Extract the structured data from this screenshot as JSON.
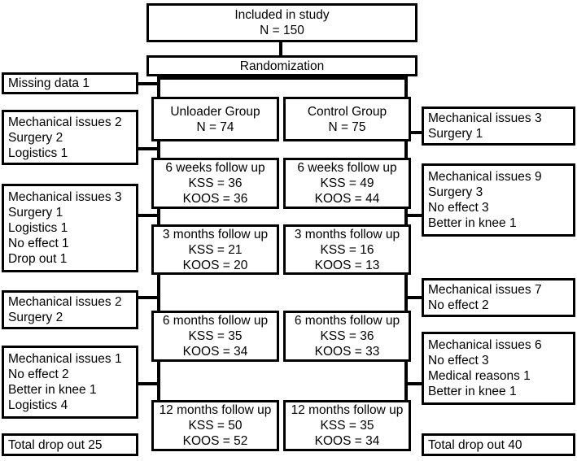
{
  "diagram": {
    "title": "Study CONSORT flow diagram",
    "line_color": "#000000",
    "box_fill": "#ffffff"
  },
  "top": {
    "included": {
      "line1": "Included in study",
      "line2": "N = 150"
    },
    "randomization": {
      "line1": "Randomization"
    }
  },
  "unloader_arm": {
    "header": {
      "line1": "Unloader Group",
      "line2": "N = 74"
    },
    "followups": [
      {
        "line1": "6 weeks follow up",
        "line2": "KSS = 36",
        "line3": "KOOS = 36"
      },
      {
        "line1": "3 months follow up",
        "line2": "KSS = 21",
        "line3": "KOOS = 20"
      },
      {
        "line1": "6 months follow up",
        "line2": "KSS = 35",
        "line3": "KOOS = 34"
      },
      {
        "line1": "12 months follow up",
        "line2": "KSS = 50",
        "line3": "KOOS = 52"
      }
    ]
  },
  "control_arm": {
    "header": {
      "line1": "Control Group",
      "line2": "N = 75"
    },
    "followups": [
      {
        "line1": "6 weeks follow up",
        "line2": "KSS = 49",
        "line3": "KOOS = 44"
      },
      {
        "line1": "3 months follow up",
        "line2": "KSS = 16",
        "line3": "KOOS = 13"
      },
      {
        "line1": "6 months follow up",
        "line2": "KSS = 36",
        "line3": "KOOS = 33"
      },
      {
        "line1": "12 months follow up",
        "line2": "KSS = 35",
        "line3": "KOOS = 34"
      }
    ]
  },
  "left_dropouts": [
    {
      "lines": [
        "Missing data 1"
      ]
    },
    {
      "lines": [
        "Mechanical issues 2",
        "Surgery 2",
        "Logistics 1"
      ]
    },
    {
      "lines": [
        "Mechanical issues 3",
        "Surgery 1",
        "Logistics 1",
        "No effect 1",
        "Drop out 1"
      ]
    },
    {
      "lines": [
        "Mechanical issues 2",
        "Surgery 2"
      ]
    },
    {
      "lines": [
        "Mechanical issues 1",
        "No effect 2",
        "Better in knee 1",
        "Logistics 4"
      ]
    }
  ],
  "right_dropouts": [
    {
      "lines": [
        "Mechanical issues 3",
        "Surgery 1"
      ]
    },
    {
      "lines": [
        "Mechanical issues 9",
        "Surgery 3",
        "No effect 3",
        "Better in knee 1"
      ]
    },
    {
      "lines": [
        "Mechanical issues 7",
        "No effect 2"
      ]
    },
    {
      "lines": [
        "Mechanical issues 6",
        "No effect 3",
        "Medical reasons 1",
        "Better in knee 1"
      ]
    }
  ],
  "totals": {
    "left": "Total drop out 25",
    "right": "Total drop out 40"
  }
}
